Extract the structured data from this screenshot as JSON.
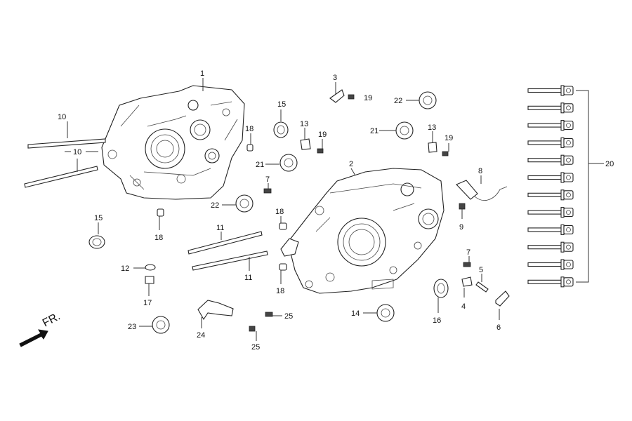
{
  "diagram": {
    "direction_label": "FR.",
    "callouts": {
      "c1": "1",
      "c2": "2",
      "c3": "3",
      "c4": "4",
      "c5": "5",
      "c6": "6",
      "c7a": "7",
      "c7b": "7",
      "c8": "8",
      "c9": "9",
      "c10a": "10",
      "c10b": "10",
      "c11a": "11",
      "c11b": "11",
      "c12": "12",
      "c13a": "13",
      "c13b": "13",
      "c14": "14",
      "c15a": "15",
      "c15b": "15",
      "c16": "16",
      "c17": "17",
      "c18a": "18",
      "c18b": "18",
      "c18c": "18",
      "c18d": "18",
      "c19a": "19",
      "c19b": "19",
      "c19c": "19",
      "c20": "20",
      "c21a": "21",
      "c21b": "21",
      "c22a": "22",
      "c22b": "22",
      "c23": "23",
      "c24": "24",
      "c25a": "25",
      "c25b": "25"
    }
  }
}
